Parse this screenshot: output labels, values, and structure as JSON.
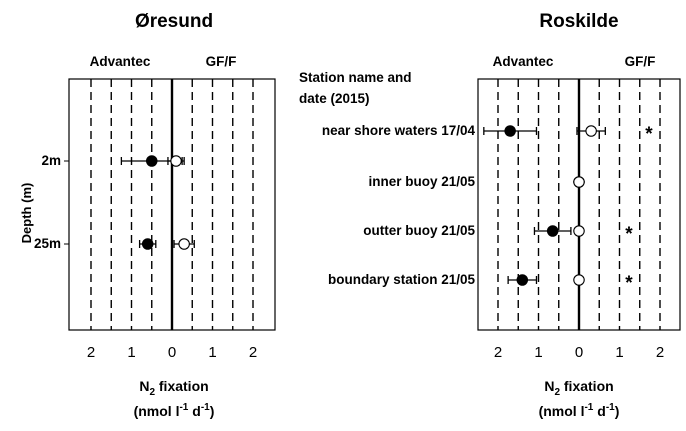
{
  "chart_data": [
    {
      "type": "scatter",
      "title": "Øresund",
      "group_labels": [
        "Advantec",
        "GF/F"
      ],
      "ylabel": "Depth (m)",
      "categories": [
        "2m",
        "25m"
      ],
      "xticks": [
        "2",
        "1",
        "0",
        "1",
        "2"
      ],
      "xlabel": {
        "main": "N",
        "sub": "2",
        "rest": " fixation",
        "unit_a": "(nmol l",
        "unit_sup1": "-1",
        "unit_b": " d",
        "unit_sup2": "-1",
        "unit_c": ")"
      },
      "xlim": [
        0,
        2.5
      ],
      "grid": "dashed vertical",
      "series": [
        {
          "name": "Advantec",
          "marker": "filled",
          "side": "left",
          "points": [
            {
              "category": "2m",
              "value": 0.5,
              "err": 0.75
            },
            {
              "category": "25m",
              "value": 0.6,
              "err": 0.2
            }
          ]
        },
        {
          "name": "GF/F",
          "marker": "open",
          "side": "right",
          "points": [
            {
              "category": "2m",
              "value": 0.1,
              "err": 0.2
            },
            {
              "category": "25m",
              "value": 0.3,
              "err": 0.25
            }
          ]
        }
      ]
    },
    {
      "type": "scatter",
      "title": "Roskilde",
      "group_labels": [
        "Advantec",
        "GF/F"
      ],
      "ylabel_lines": [
        "Station name and",
        "date (2015)"
      ],
      "categories": [
        "near shore waters 17/04",
        "inner buoy 21/05",
        "outter buoy 21/05",
        "boundary station 21/05"
      ],
      "xticks": [
        "2",
        "1",
        "0",
        "1",
        "2"
      ],
      "xlabel": {
        "main": "N",
        "sub": "2",
        "rest": " fixation",
        "unit_a": "(nmol l",
        "unit_sup1": "-1",
        "unit_b": " d",
        "unit_sup2": "-1",
        "unit_c": ")"
      },
      "xlim": [
        0,
        2.5
      ],
      "grid": "dashed vertical",
      "significance_marker": "*",
      "series": [
        {
          "name": "Advantec",
          "marker": "filled",
          "side": "left",
          "points": [
            {
              "category": "near shore waters 17/04",
              "value": 1.7,
              "err": 0.65
            },
            {
              "category": "inner buoy 21/05",
              "value": 0.0,
              "err": 0
            },
            {
              "category": "outter buoy 21/05",
              "value": 0.65,
              "err": 0.45
            },
            {
              "category": "boundary station 21/05",
              "value": 1.4,
              "err": 0.35
            }
          ]
        },
        {
          "name": "GF/F",
          "marker": "open",
          "side": "right",
          "points": [
            {
              "category": "near shore waters 17/04",
              "value": 0.3,
              "err": 0.35,
              "significant": true
            },
            {
              "category": "inner buoy 21/05",
              "value": 0.0,
              "err": 0,
              "significant": false
            },
            {
              "category": "outter buoy 21/05",
              "value": 0.0,
              "err": 0,
              "significant": true
            },
            {
              "category": "boundary station 21/05",
              "value": 0.0,
              "err": 0,
              "significant": true
            }
          ]
        }
      ]
    }
  ]
}
